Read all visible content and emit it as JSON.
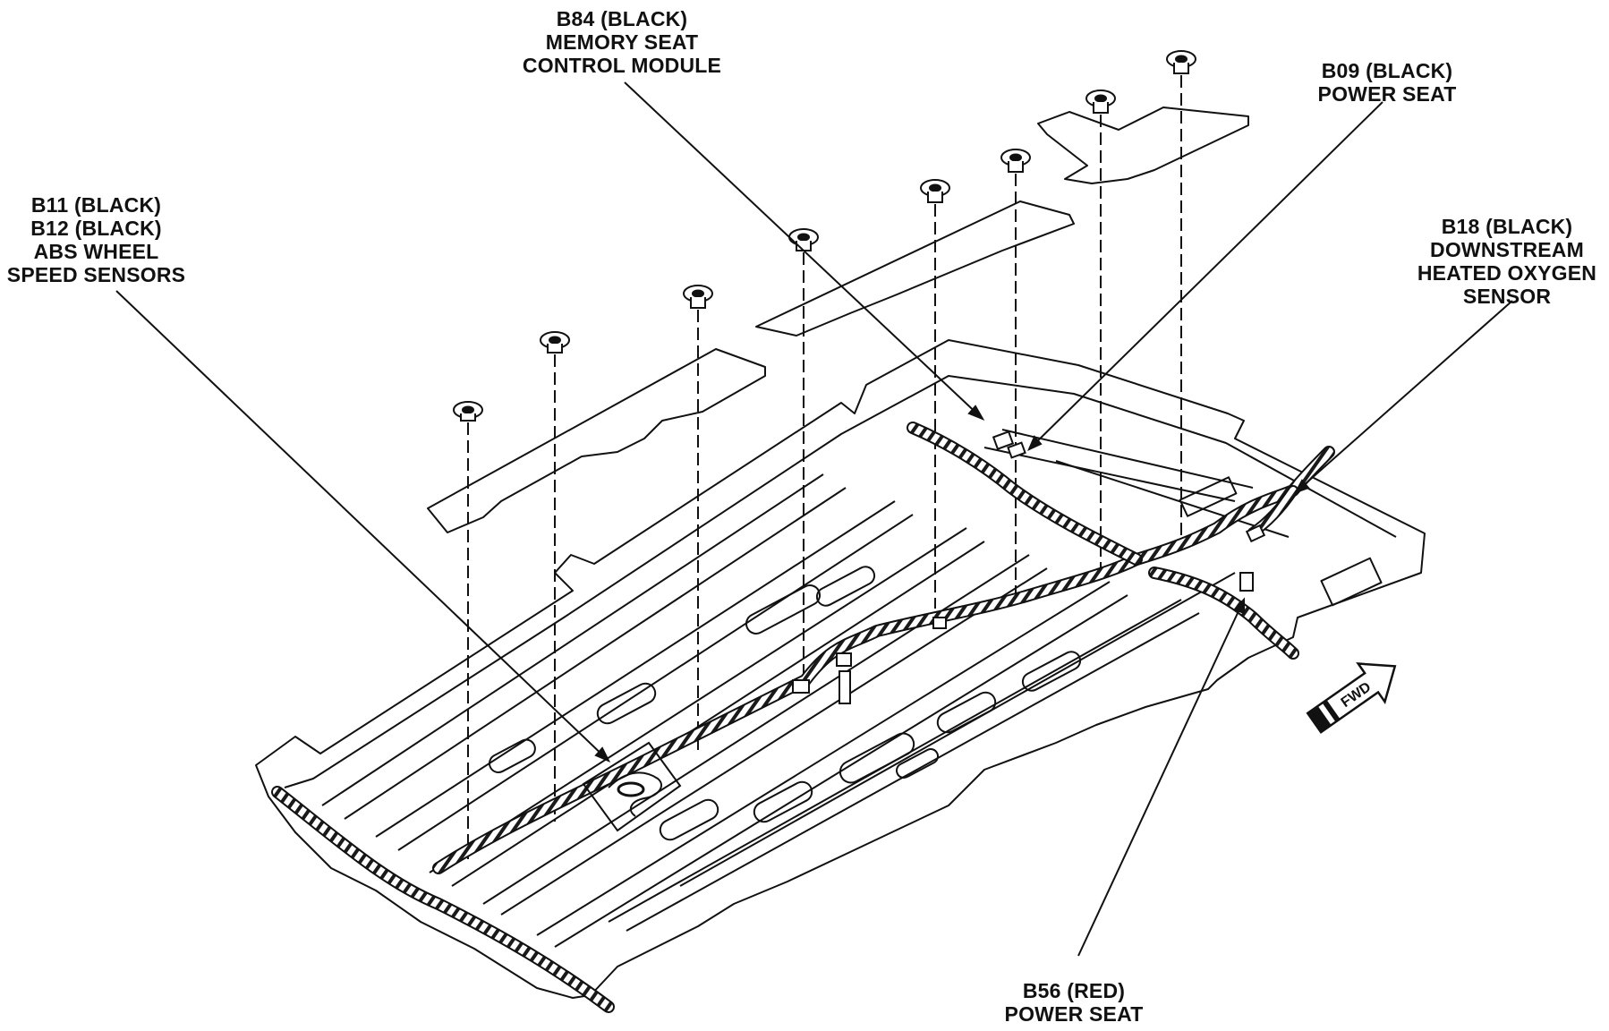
{
  "callouts": {
    "b84": {
      "line1": "B84 (BLACK)",
      "line2": "MEMORY SEAT",
      "line3": "CONTROL MODULE"
    },
    "b09": {
      "line1": "B09 (BLACK)",
      "line2": "POWER SEAT"
    },
    "b11_b12": {
      "line1": "B11 (BLACK)",
      "line2": "B12 (BLACK)",
      "line3": "ABS WHEEL",
      "line4": "SPEED SENSORS"
    },
    "b18": {
      "line1": "B18 (BLACK)",
      "line2": "DOWNSTREAM",
      "line3": "HEATED OXYGEN",
      "line4": "SENSOR"
    },
    "b56": {
      "line1": "B56 (RED)",
      "line2": "POWER SEAT"
    }
  },
  "direction_arrow": {
    "label": "FWD"
  },
  "colors": {
    "line": "#111111",
    "background": "#ffffff",
    "harness_fill": "#e8e8e8"
  }
}
